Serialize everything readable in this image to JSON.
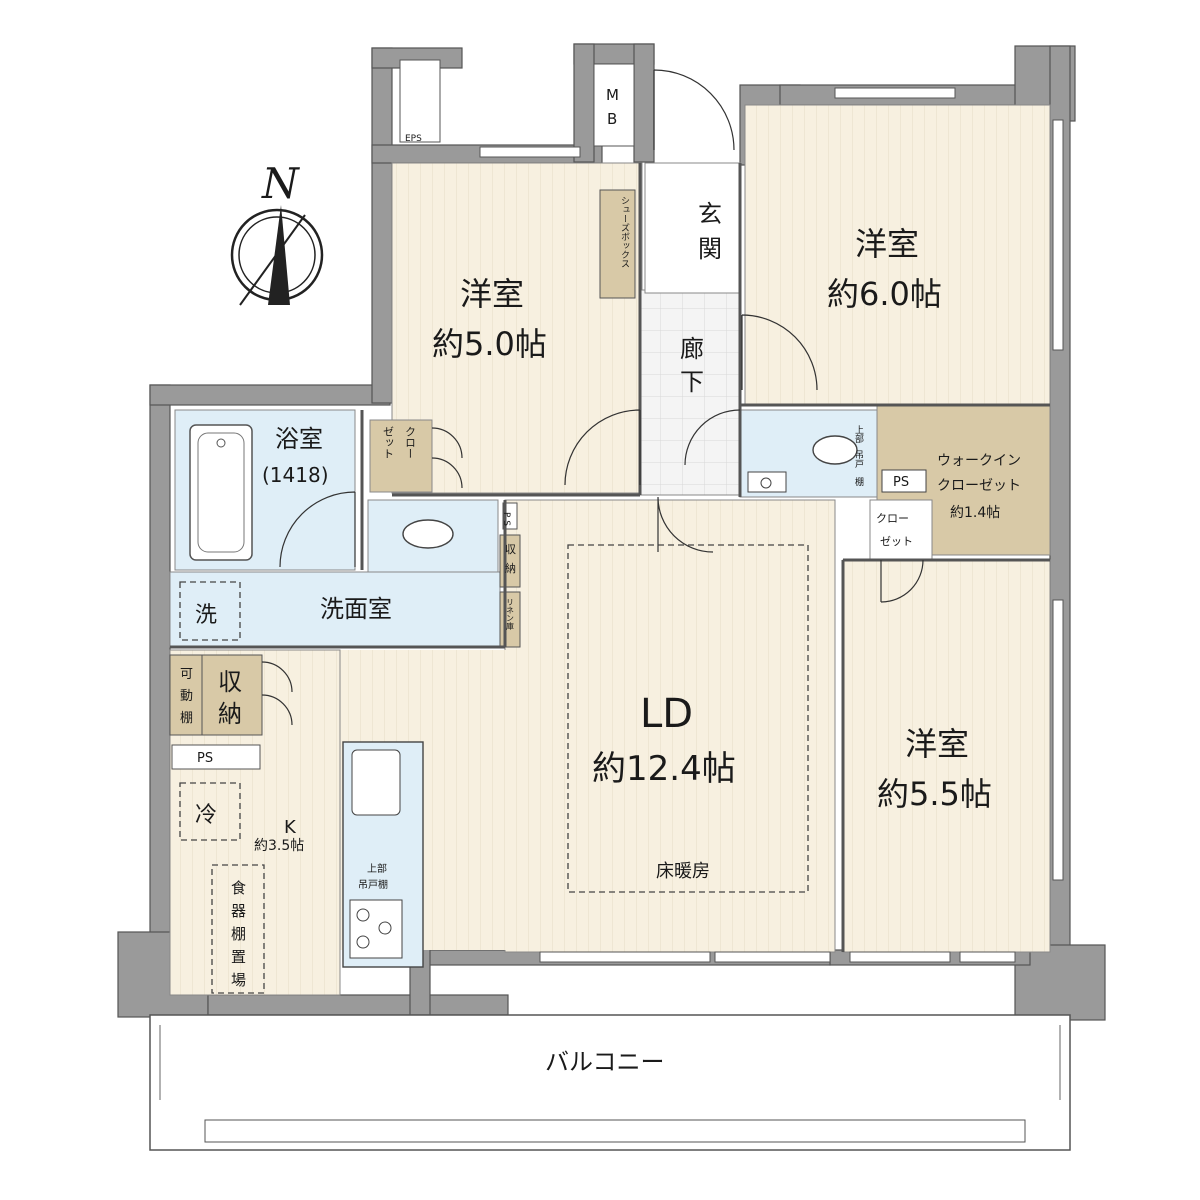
{
  "compass": {
    "north": "N"
  },
  "eps": "EPS",
  "mb": {
    "line1": "M",
    "line2": "B"
  },
  "shoebox": "シューズボックス",
  "genkan": {
    "c1": "玄",
    "c2": "関"
  },
  "rouka": {
    "c1": "廊",
    "c2": "下"
  },
  "room_nw": {
    "name": "洋室",
    "area": "約5.0帖"
  },
  "room_ne": {
    "name": "洋室",
    "area": "約6.0帖"
  },
  "room_se": {
    "name": "洋室",
    "area": "約5.5帖"
  },
  "bath": {
    "name": "浴室",
    "size": "(1418)"
  },
  "closet_bath": {
    "c1": "クロー",
    "c2": "ゼット"
  },
  "toilet_shelf": {
    "c1": "上部",
    "c2": "吊戸",
    "c3": "棚"
  },
  "ps_labels": {
    "ne": "PS",
    "wash": "P S",
    "kitchen": "PS"
  },
  "wic": {
    "l1": "ウォークイン",
    "l2": "クローゼット",
    "area": "約1.4帖"
  },
  "closet_se": {
    "c1": "クロー",
    "c2": "ゼット"
  },
  "washroom": {
    "name": "洗面室",
    "laundry": "洗"
  },
  "shuno_small": {
    "c1": "収",
    "c2": "納"
  },
  "linen": "リネン庫",
  "ld": {
    "name": "LD",
    "area": "約12.4帖",
    "floor_heating": "床暖房"
  },
  "kitchen": {
    "name": "K",
    "area": "約3.5帖",
    "fridge": "冷"
  },
  "kado": {
    "c1": "可",
    "c2": "動",
    "c3": "棚"
  },
  "shuno_k": {
    "c1": "収",
    "c2": "納"
  },
  "kitchen_shelf": {
    "c1": "上部",
    "c2": "吊戸棚"
  },
  "dish_shelf": {
    "c1": "食",
    "c2": "器",
    "c3": "棚",
    "c4": "置",
    "c5": "場"
  },
  "balcony": "バルコニー"
}
